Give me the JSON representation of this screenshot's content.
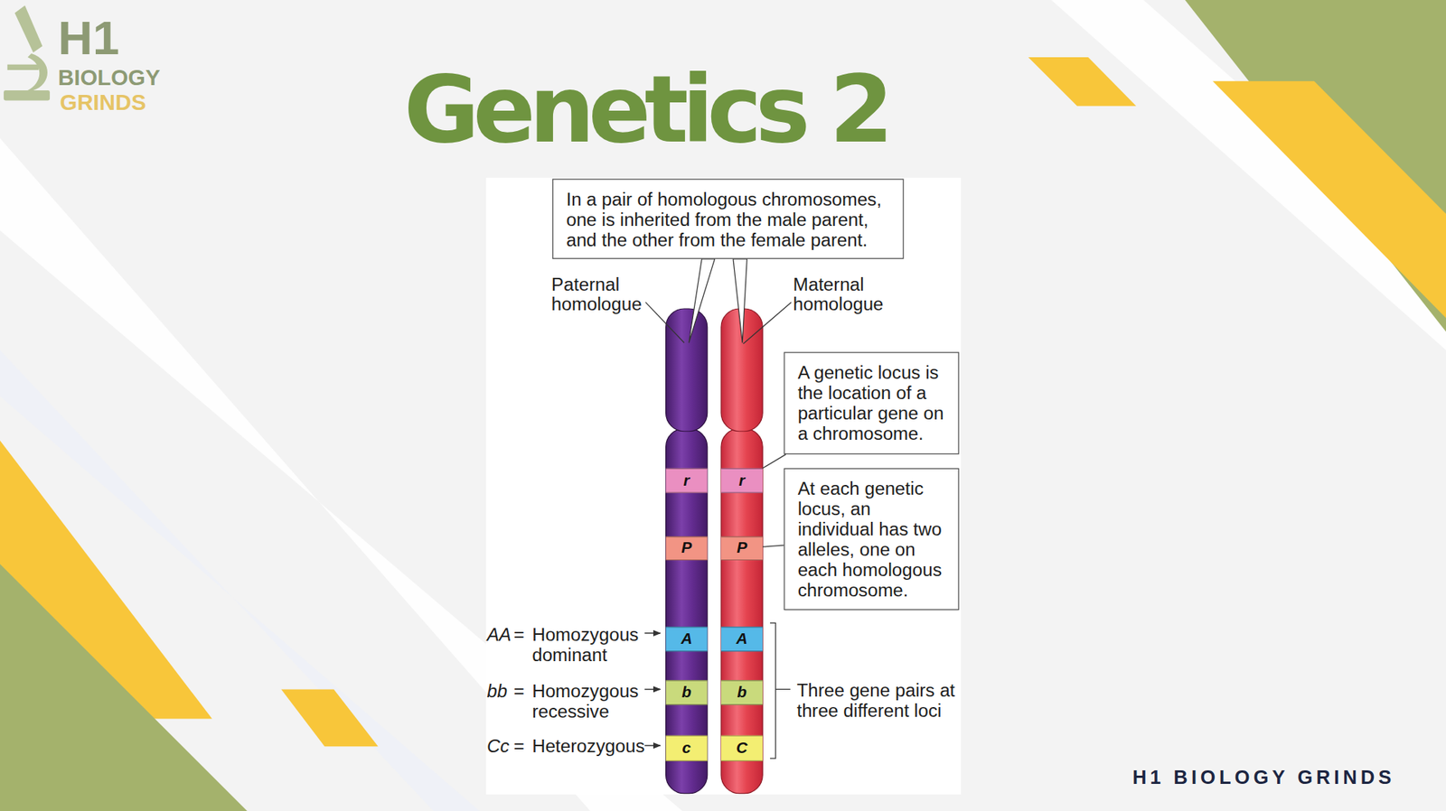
{
  "diagram": {
    "title": "Genetics 2",
    "nodes": [
      {
        "text": [
          "In a pair of homologous chromosomes, one is inherited from the male parent, and the other from the female parent."
        ]
      },
      {
        "text": [
          "A genetic locus is the location of a particular gene on a chromosome."
        ]
      },
      {
        "text": [
          "r"
        ]
      },
      {
        "text": [
          "r"
        ]
      },
      {
        "text": [
          "At each genetic locus, an individual has two alleles, one on each homologous chromosome."
        ]
      },
      {
        "text": [
          "P"
        ]
      },
      {
        "text": [
          "P"
        ]
      },
      {
        "text": [
          "A"
        ]
      },
      {
        "text": [
          "A"
        ]
      },
      {
        "text": [
          "b"
        ]
      },
      {
        "text": [
          "b"
        ]
      },
      {
        "text": [
          "c"
        ]
      },
      {
        "text": [
          "C"
        ]
      }
    ],
    "edges": [
      {
        "from": 1,
        "to": 3,
        "arrow": "none"
      },
      {
        "from": 4,
        "to": 6,
        "arrow": "none"
      }
    ],
    "labels": [
      "H1",
      "BIOLOGY",
      "GRINDS",
      "Paternal homologue",
      "Maternal homologue",
      "AA",
      "=",
      "Homozygous dominant",
      "bb",
      "=",
      "Homozygous recessive",
      "Cc",
      "=",
      "Heterozygous",
      "Three gene pairs at three different loci",
      "H1 BIOLOGY GRINDS"
    ]
  }
}
